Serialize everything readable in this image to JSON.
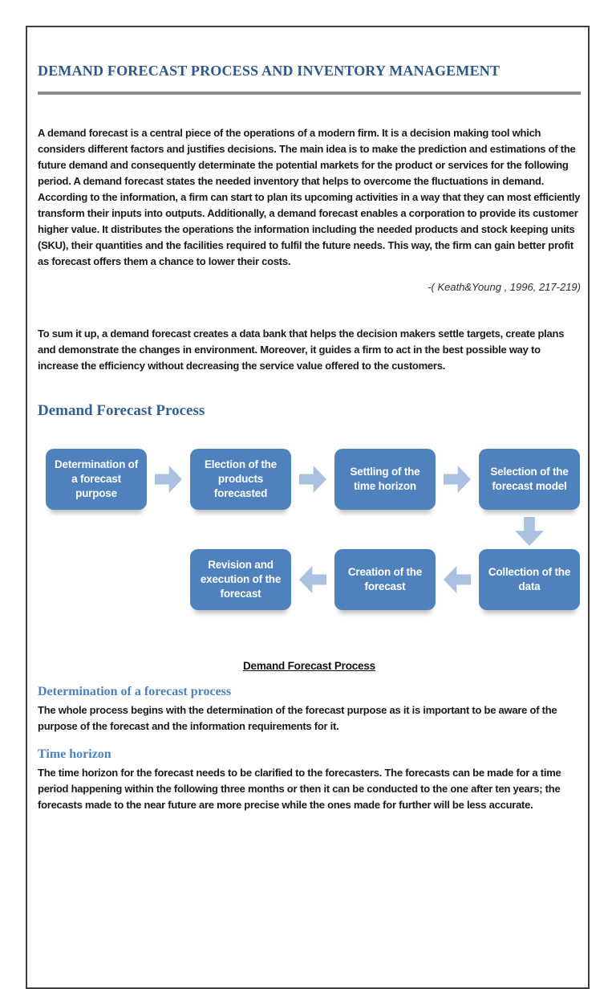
{
  "page": {
    "title": "DEMAND FORECAST PROCESS AND INVENTORY MANAGEMENT",
    "intro_paragraph": "A demand forecast is a central piece of the operations of a modern firm. It is a decision making tool which considers different factors and justifies decisions. The main idea is to make the prediction and estimations of the future demand and consequently determinate the potential markets for the product or services for the following period. A demand forecast states the needed inventory that helps to overcome the fluctuations in demand. According to the information, a firm can start to plan its upcoming activities in a way that they can most efficiently transform their inputs into outputs. Additionally, a demand forecast enables a corporation to provide its customer higher value. It distributes the operations the information including the needed products and stock keeping units (SKU), their quantities and the facilities required to fulfil the future needs. This way, the firm can gain better profit as forecast offers them a chance to lower their costs.",
    "citation": "-( Keath&Young , 1996, 217-219)",
    "summary_paragraph": "To sum it up, a demand forecast creates a data bank that helps the decision makers settle targets, create plans and demonstrate the changes in environment. Moreover, it guides a firm to act in the best possible way to increase the efficiency without decreasing the service value offered to the customers.",
    "section_heading": "Demand Forecast Process",
    "figure": {
      "caption": "Demand Forecast Process",
      "row1": [
        "Determination of a forecast purpose",
        "Election of the products forecasted",
        "Settling of the time horizon",
        "Selection of the forecast model"
      ],
      "row2": [
        "Revision and execution of the forecast",
        "Creation of the forecast",
        "Collection of the data"
      ],
      "flow_order_note": "row1 left-to-right, down, row2 right-to-left",
      "colors": {
        "box_fill": "#4F81BD",
        "box_text": "#FFFFFF",
        "arrow_fill": "#A9C0DE"
      }
    },
    "subsections": [
      {
        "heading": "Determination of a forecast process",
        "body": "The whole process begins with the determination of the forecast purpose as it is important to be aware of the purpose of the forecast and the information requirements for it."
      },
      {
        "heading": "Time horizon",
        "body": "The time horizon for the forecast needs to be clarified to the forecasters. The forecasts can be made for a time period happening within the following three months or then it can be conducted to the one after ten years; the forecasts made to the near future are more precise while the ones made for further will be less accurate."
      }
    ],
    "colors": {
      "title_text": "#2E5689",
      "heading1_text": "#365F91",
      "heading2_text": "#4F81BD",
      "title_rule": "#8C8C8C"
    }
  }
}
